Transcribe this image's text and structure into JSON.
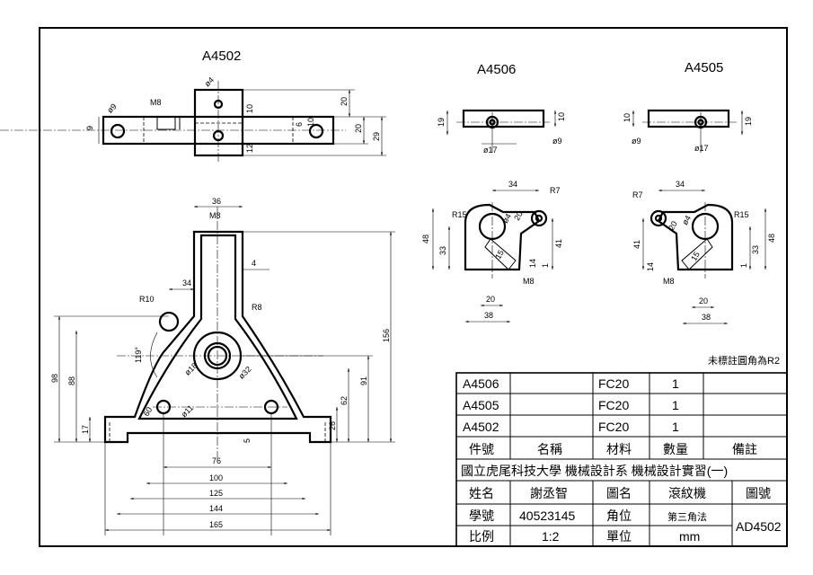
{
  "parts": {
    "a4502": "A4502",
    "a4506": "A4506",
    "a4505": "A4505"
  },
  "note": "未標註圓角為R2",
  "dims": {
    "top_d9": "ø9",
    "top_m8": "M8",
    "top_d4": "ø4",
    "top_9": "9",
    "top_10a": "10",
    "top_20a": "20",
    "top_20b": "20",
    "top_29": "29",
    "top_6": "6",
    "top_10b": "10",
    "top_12": "12",
    "a6_19": "19",
    "a6_10": "10",
    "a6_d17": "ø17",
    "a6_d9": "ø9",
    "a5_10": "10",
    "a5_19": "19",
    "a5_d9": "ø9",
    "a5_d17": "ø17",
    "a6_34": "34",
    "a6_r7": "R7",
    "a6_r15": "R15",
    "a6_d4": "ø4",
    "a6_20s": "20",
    "a6_15s": "15",
    "a6_48": "48",
    "a6_33": "33",
    "a6_41": "41",
    "a6_14": "14",
    "a6_m8": "M8",
    "a6_20": "20",
    "a6_38": "38",
    "a6_1": "1",
    "a5_34": "34",
    "a5_r7": "R7",
    "a5_r15": "R15",
    "a5_d4": "ø4",
    "a5_20s": "20",
    "a5_15s": "15",
    "a5_48": "48",
    "a5_33": "33",
    "a5_41": "41",
    "a5_14": "14",
    "a5_m8": "M8",
    "a5_20": "20",
    "a5_38": "38",
    "a5_1": "1",
    "m_36": "36",
    "m_m8": "M8",
    "m_4": "4",
    "m_34": "34",
    "m_r10": "R10",
    "m_r8": "R8",
    "m_119": "119°",
    "m_d18": "ø18",
    "m_d32": "ø32",
    "m_d11": "ø11",
    "m_26": "26",
    "m_5": "5",
    "m_76": "76",
    "m_100": "100",
    "m_125": "125",
    "m_144": "144",
    "m_165": "165",
    "m_98": "98",
    "m_88": "88",
    "m_17": "17",
    "m_156": "156",
    "m_91": "91",
    "m_62": "62",
    "m_26r": "26",
    "m_60": "60"
  },
  "title_block": {
    "rows": [
      {
        "no": "A4506",
        "name": "",
        "material": "FC20",
        "qty": "1",
        "remark": ""
      },
      {
        "no": "A4505",
        "name": "",
        "material": "FC20",
        "qty": "1",
        "remark": ""
      },
      {
        "no": "A4502",
        "name": "",
        "material": "FC20",
        "qty": "1",
        "remark": ""
      }
    ],
    "header": {
      "no": "件號",
      "name": "名稱",
      "material": "材料",
      "qty": "數量",
      "remark": "備註"
    },
    "school": "國立虎尾科技大學 機械設計系 機械設計實習(一)",
    "name_label": "姓名",
    "name_value": "謝丞智",
    "drawing_name_label": "圖名",
    "drawing_name_value": "滾紋機",
    "drawing_no_label": "圖號",
    "drawing_no_value": "AD4502",
    "student_id_label": "學號",
    "student_id_value": "40523145",
    "projection_label": "角位",
    "projection_value": "第三角法",
    "scale_label": "比例",
    "scale_value": "1:2",
    "unit_label": "單位",
    "unit_value": "mm"
  }
}
